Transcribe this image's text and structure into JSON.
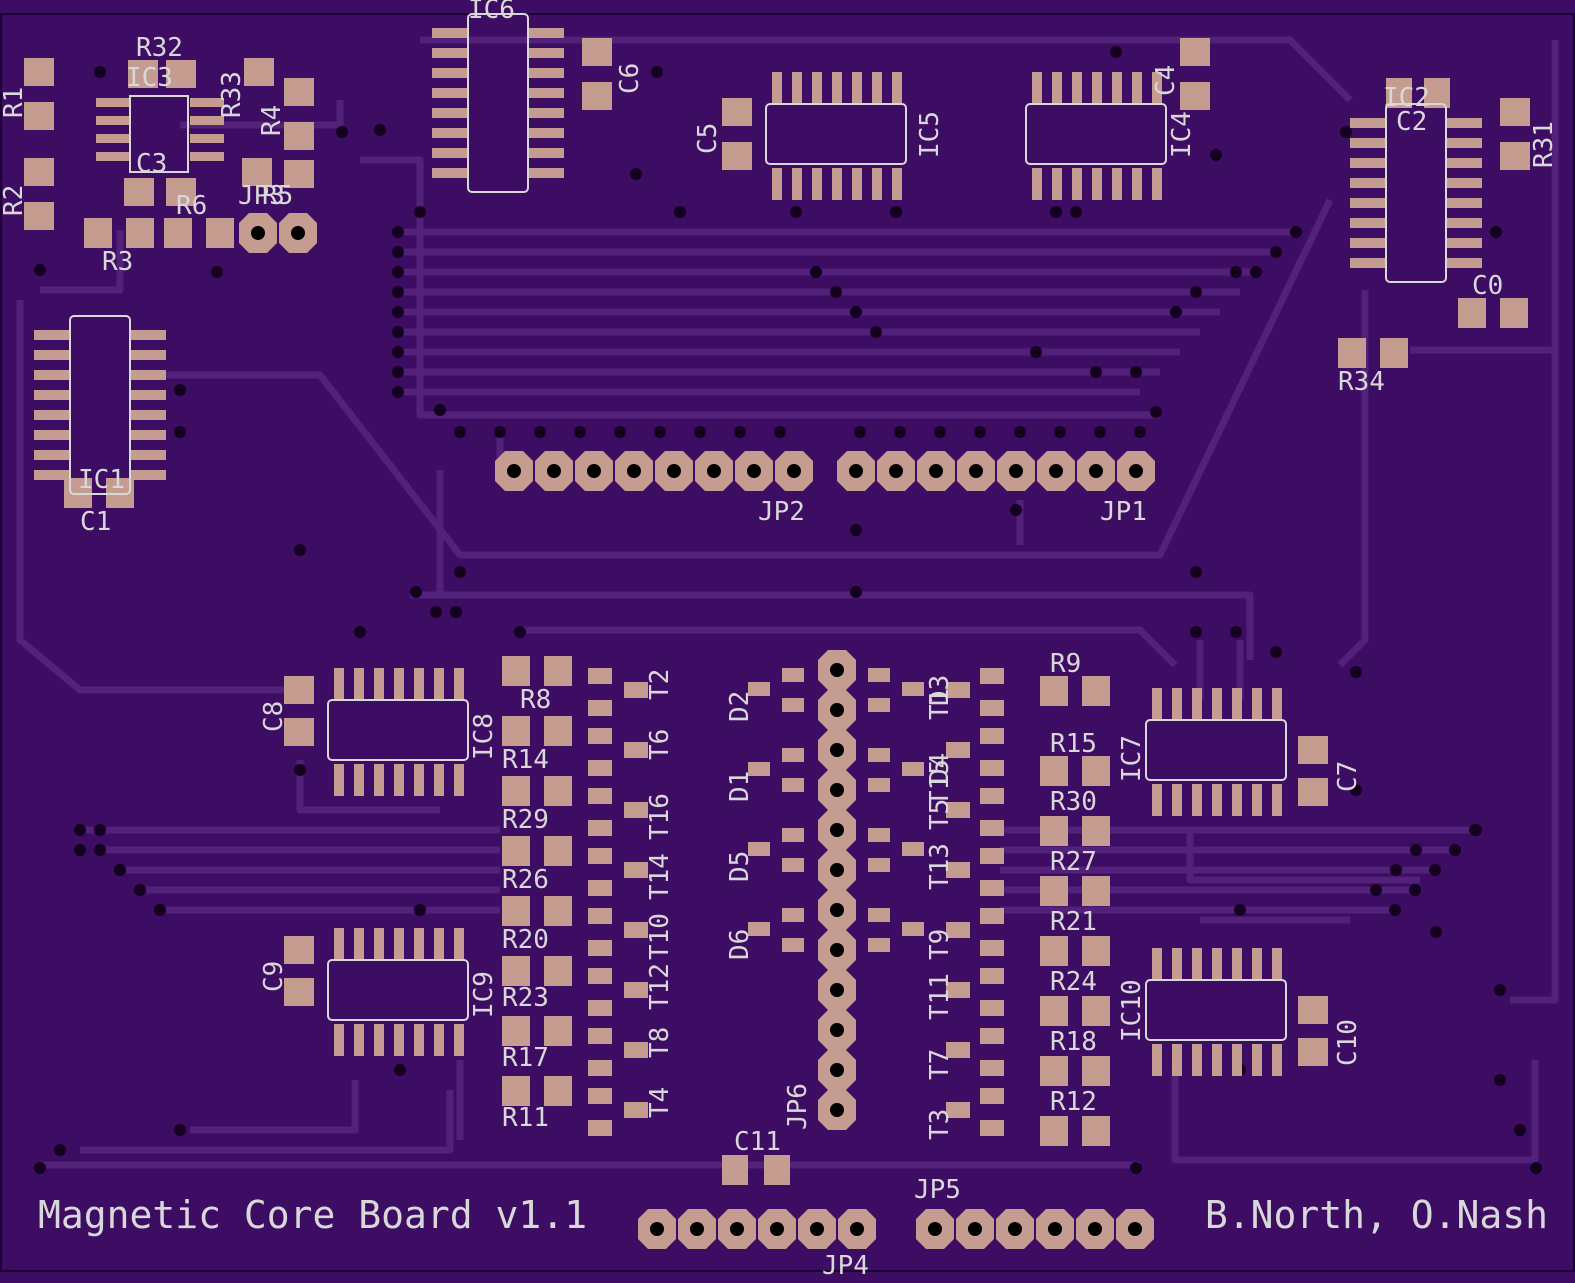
{
  "colors": {
    "board": "#3d0c63",
    "trace": "#52217a",
    "pad": "#c49c90",
    "via": "#14001f",
    "silk": "#d8d8d8",
    "drill": "#000000"
  },
  "title": "Magnetic Core Board v1.1",
  "authors": "B.North, O.Nash",
  "ic_labels": [
    "IC6",
    "IC5",
    "IC4",
    "IC2",
    "IC3",
    "IC1",
    "IC8",
    "IC9",
    "IC7",
    "IC10"
  ],
  "jumper_labels": [
    "JP1",
    "JP2",
    "JP3",
    "JP4",
    "JP5",
    "JP6"
  ],
  "capacitor_labels": [
    "C0",
    "C1",
    "C2",
    "C3",
    "C4",
    "C5",
    "C6",
    "C7",
    "C8",
    "C9",
    "C10",
    "C11"
  ],
  "resistor_labels": [
    "R1",
    "R2",
    "R3",
    "R4",
    "R5",
    "R6",
    "R8",
    "R9",
    "R11",
    "R12",
    "R14",
    "R15",
    "R17",
    "R18",
    "R20",
    "R21",
    "R23",
    "R24",
    "R26",
    "R27",
    "R29",
    "R30",
    "R31",
    "R32",
    "R33",
    "R34"
  ],
  "transistor_labels": [
    "T1",
    "T2",
    "T3",
    "T4",
    "T5",
    "T6",
    "T7",
    "T8",
    "T9",
    "T10",
    "T11",
    "T12",
    "T13",
    "T14",
    "T15",
    "T16"
  ],
  "diode_labels": [
    "D1",
    "D2",
    "D3",
    "D4",
    "D5",
    "D6"
  ]
}
